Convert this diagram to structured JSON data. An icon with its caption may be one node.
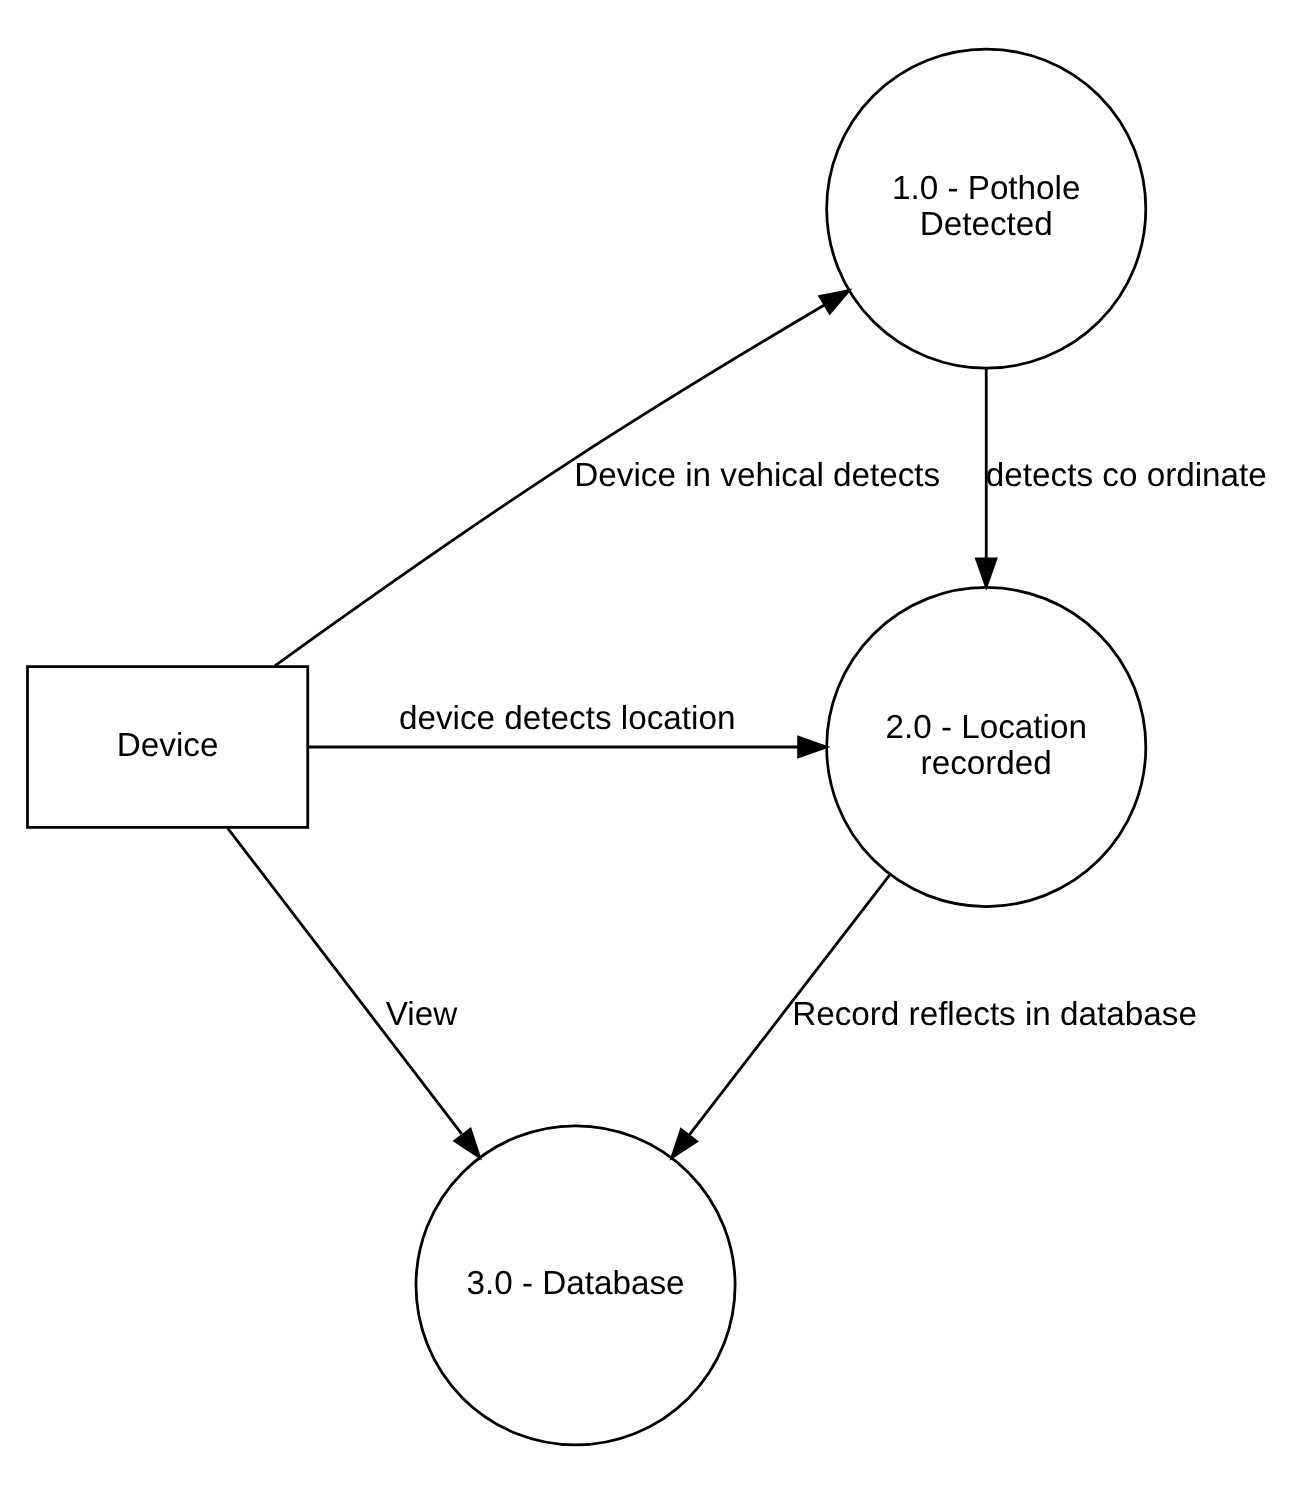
{
  "diagram": {
    "nodes": [
      {
        "text": [
          "Device"
        ]
      },
      {
        "text": [
          "1.0 - Pothole Detected"
        ]
      },
      {
        "text": [
          "2.0 - Location recorded"
        ]
      },
      {
        "text": [
          "3.0 - Database"
        ]
      }
    ],
    "edges": [
      {
        "from": 0,
        "to": 1,
        "arrow": "to",
        "label": "Device in vehical detects"
      },
      {
        "from": 0,
        "to": 2,
        "arrow": "to",
        "label": "device detects location"
      },
      {
        "from": 0,
        "to": 3,
        "arrow": "to",
        "label": "View"
      },
      {
        "from": 1,
        "to": 2,
        "arrow": "to",
        "label": "detects co ordinate"
      },
      {
        "from": 2,
        "to": 3,
        "arrow": "to",
        "label": "Record reflects in database"
      }
    ]
  }
}
